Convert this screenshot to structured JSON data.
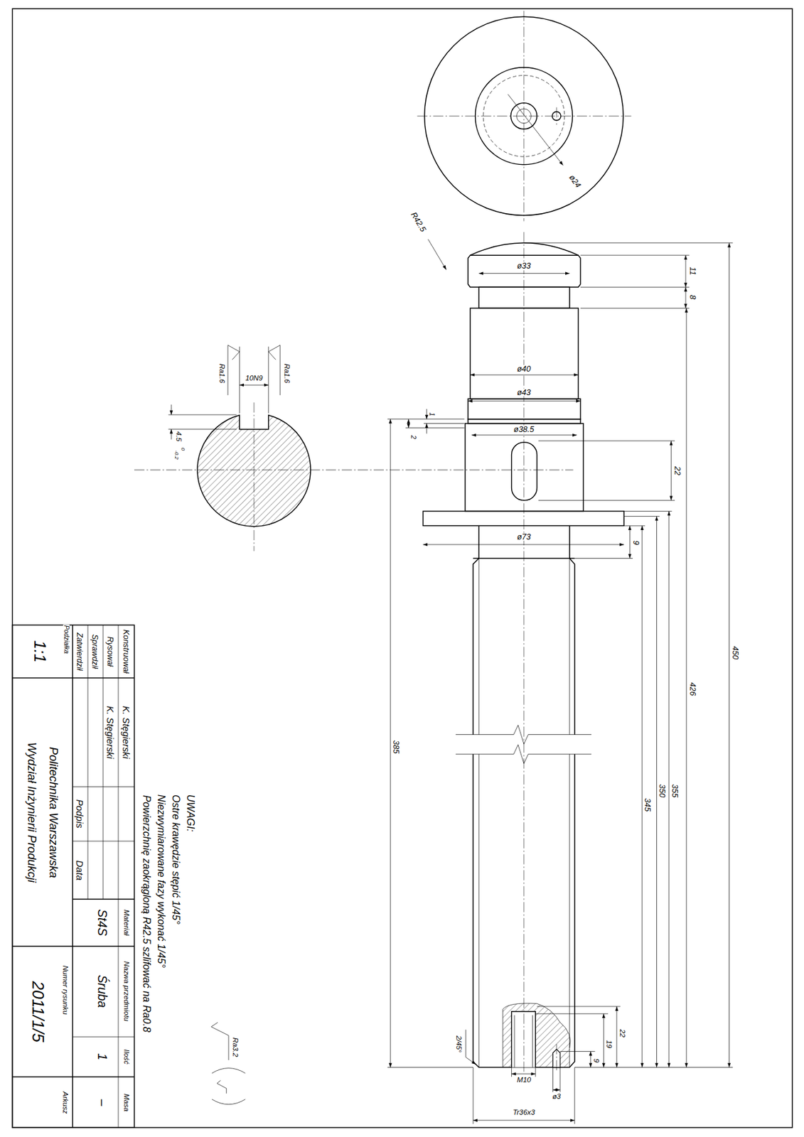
{
  "diagram": {
    "labels": [
      "Konstruował",
      "Rysował",
      "Sprawdził",
      "Zatwierdził",
      "Podziałka",
      "1:1",
      "K. Stęgierski",
      "K. Stęgierski",
      "Podpis",
      "Data",
      "Materiał",
      "St4S",
      "Nazwa przedmiotu",
      "Śruba",
      "Ilość",
      "1",
      "Masa",
      "–",
      "Politechnika Warszawska",
      "Wydział Inżynierii Produkcji",
      "Numer rysunku",
      "2011/1/5",
      "Arkusz",
      "UWAGI:",
      "Ostre krawędzie stępić 1/45°",
      "Niezwymiarowane fazy wykonać 1/45°",
      "Powierzchnię zaokrągloną R42.5 szlifować na Ra0.8",
      "Ra3.2",
      "ø24",
      "R42.5",
      "ø33",
      "11",
      "8",
      "ø40",
      "ø43",
      "ø38.5",
      "1",
      "2",
      "22",
      "ø73",
      "9",
      "450",
      "426",
      "355",
      "350",
      "345",
      "385",
      "2/45°",
      "22",
      "19",
      "9",
      "M10",
      "ø3",
      "Tr36x3",
      "Ra1.6",
      "Ra1.6",
      "10N9",
      "4.5",
      "0",
      "-0.2"
    ]
  }
}
